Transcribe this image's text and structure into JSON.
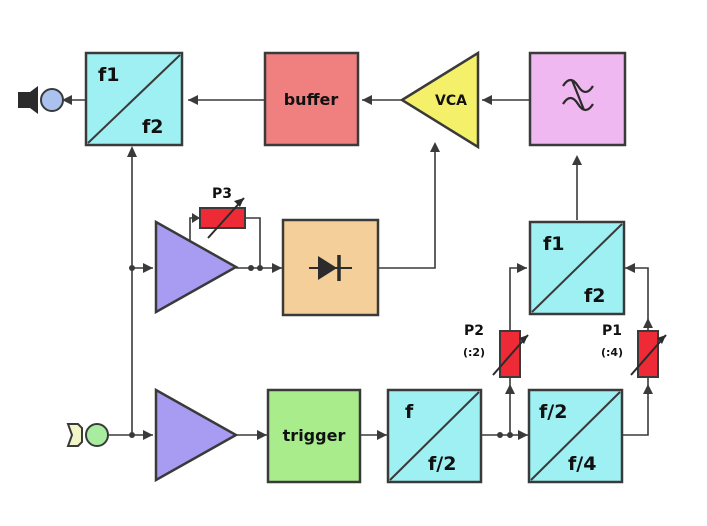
{
  "blocks": {
    "div_out": {
      "top": "f1",
      "bottom": "f2"
    },
    "buffer": "buffer",
    "vca": "VCA",
    "filter_icon": "lowpass-filter-icon",
    "div_mid": {
      "top": "f1",
      "bottom": "f2"
    },
    "trigger": "trigger",
    "div_a": {
      "top": "f",
      "bottom": "f/2"
    },
    "div_b": {
      "top": "f/2",
      "bottom": "f/4"
    }
  },
  "pots": {
    "p3": {
      "name": "P3",
      "ratio": ""
    },
    "p2": {
      "name": "P2",
      "ratio": "(:2)"
    },
    "p1": {
      "name": "P1",
      "ratio": "(:4)"
    }
  },
  "colors": {
    "cyan": "#9ef0f2",
    "buffer": "#f08080",
    "vca": "#f5f06a",
    "filter": "#f0b8f0",
    "amp": "#a79cf2",
    "rectifier": "#f5cf9a",
    "trigger": "#a8ec8c",
    "pot": "#ee2a36",
    "output_jack": "#a9c3ee",
    "input_jack": "#a8eca0"
  }
}
